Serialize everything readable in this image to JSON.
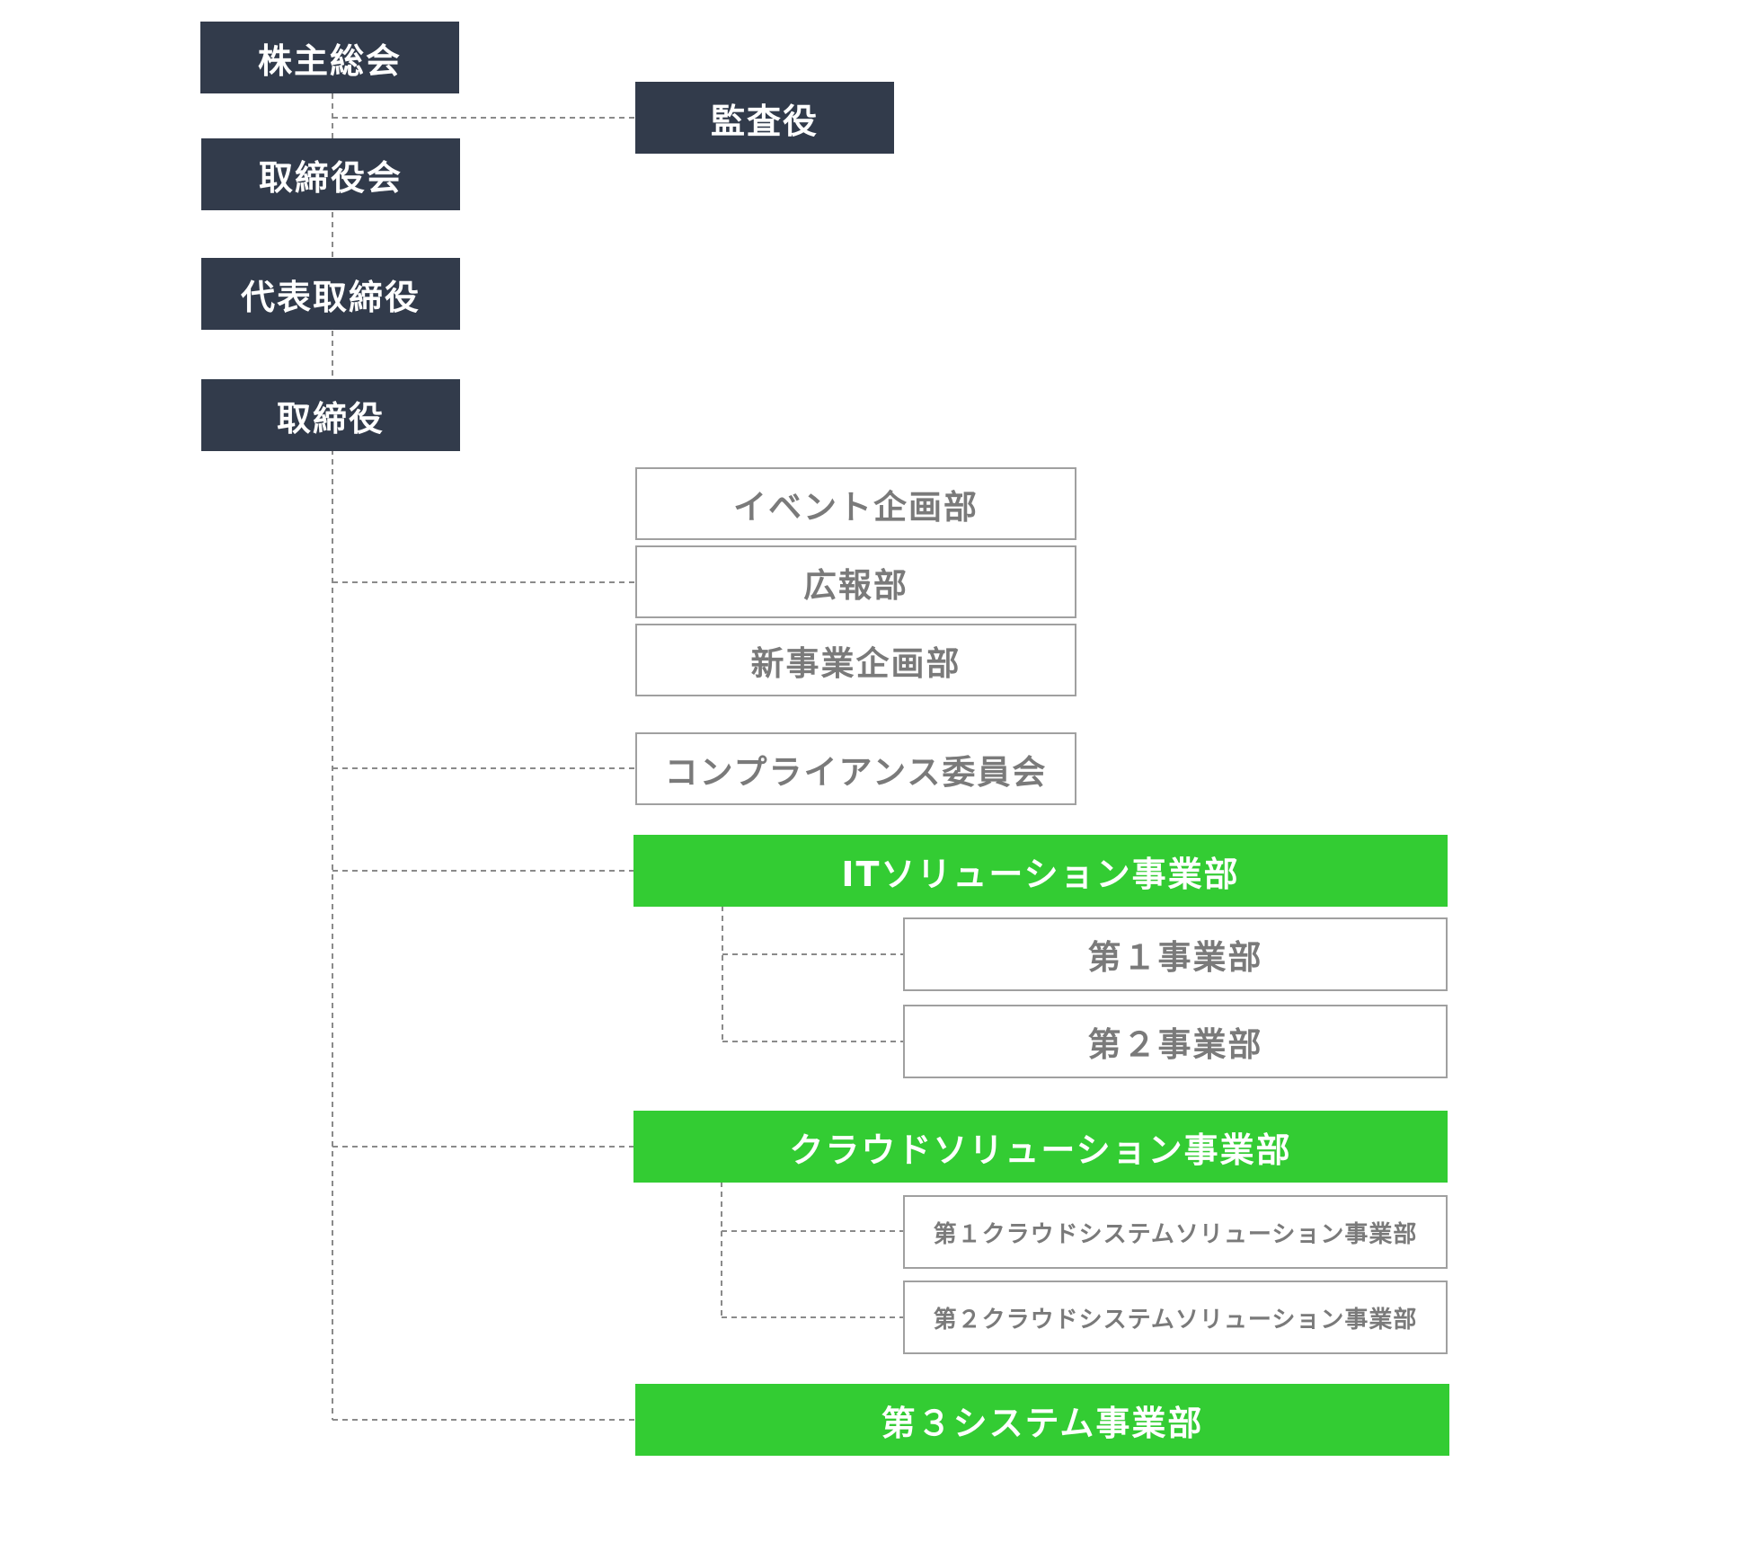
{
  "org_chart": {
    "executive": {
      "shareholders_meeting": "株主総会",
      "auditor": "監査役",
      "board_of_directors": "取締役会",
      "representative_director": "代表取締役",
      "director": "取締役"
    },
    "departments": {
      "event_planning": "イベント企画部",
      "public_relations": "広報部",
      "new_business_planning": "新事業企画部",
      "compliance_committee": "コンプライアンス委員会"
    },
    "business_units": {
      "it_solutions": {
        "label": "ITソリューション事業部",
        "children": [
          "第１事業部",
          "第２事業部"
        ]
      },
      "cloud_solutions": {
        "label": "クラウドソリューション事業部",
        "children": [
          "第１クラウドシステムソリューション事業部",
          "第２クラウドシステムソリューション事業部"
        ]
      },
      "third_system": {
        "label": "第３システム事業部"
      }
    },
    "colors": {
      "dark_box": "#323b4b",
      "green_box": "#33cc33",
      "outline_border": "#a0a0a0",
      "outline_text": "#7a7a7a",
      "connector": "#8a8a8a"
    }
  }
}
